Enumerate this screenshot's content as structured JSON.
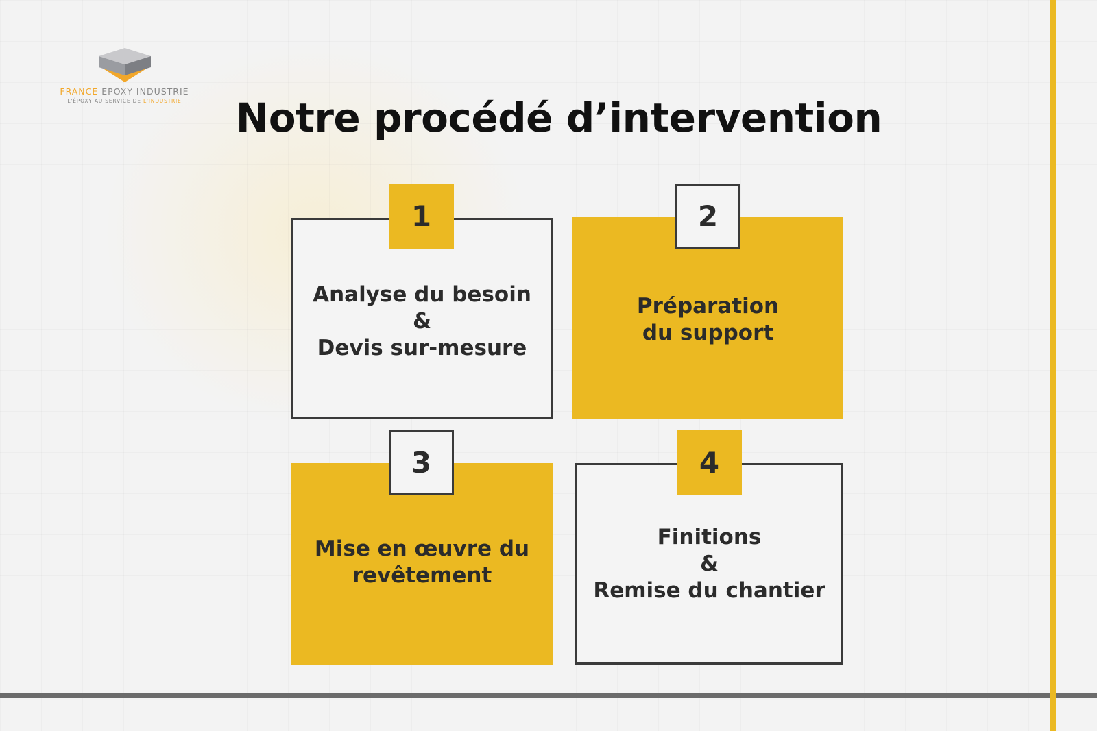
{
  "logo": {
    "brand_part1": "FRANCE",
    "brand_part2": "EPOXY INDUSTRIE",
    "tagline_part1": "L'ÉPOXY AU SERVICE DE",
    "tagline_part2": "L'INDUSTRIE"
  },
  "title": "Notre procédé d’intervention",
  "steps": [
    {
      "number": "1",
      "lines": [
        "Analyse du besoin",
        "&",
        "Devis sur-mesure"
      ]
    },
    {
      "number": "2",
      "lines": [
        "Préparation",
        "du support"
      ]
    },
    {
      "number": "3",
      "lines": [
        "Mise en œuvre du",
        "revêtement"
      ]
    },
    {
      "number": "4",
      "lines": [
        "Finitions",
        "&",
        "Remise du chantier"
      ]
    }
  ],
  "colors": {
    "accent": "#ebb922",
    "border": "#3a3a3a",
    "bar": "#6b6b6b"
  }
}
